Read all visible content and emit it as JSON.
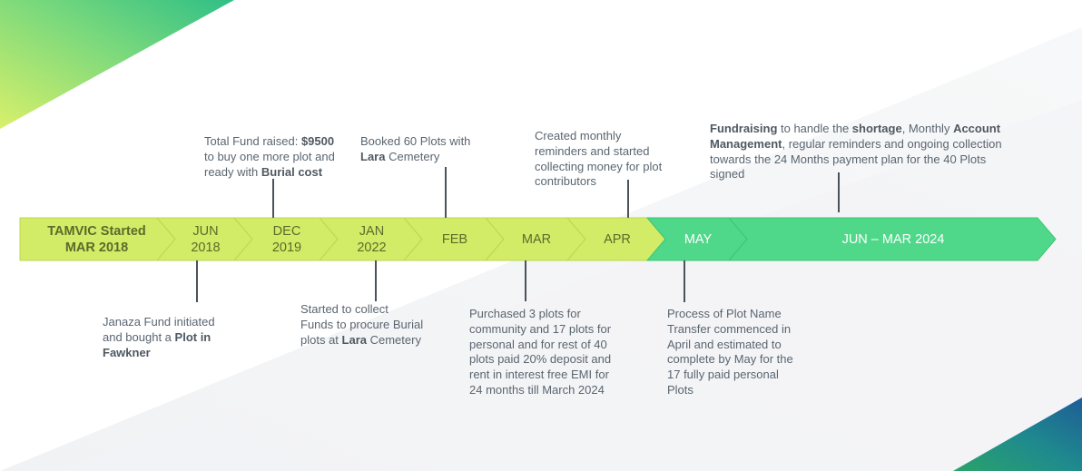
{
  "colors": {
    "chevron_light": "#d2ec67",
    "chevron_light_edge": "#bcd64f",
    "chevron_green": "#4fd889",
    "chevron_green_edge": "#3cc573",
    "text_dark": "#5a6570",
    "connector": "#4a525a"
  },
  "chevrons": [
    {
      "lines": [
        "TAMVIC Started",
        "MAR 2018"
      ],
      "bold": true,
      "tone": "light"
    },
    {
      "lines": [
        "JUN",
        "2018"
      ],
      "tone": "light"
    },
    {
      "lines": [
        "DEC",
        "2019"
      ],
      "tone": "light"
    },
    {
      "lines": [
        "JAN",
        "2022"
      ],
      "tone": "light"
    },
    {
      "lines": [
        "FEB"
      ],
      "tone": "light"
    },
    {
      "lines": [
        "MAR"
      ],
      "tone": "light"
    },
    {
      "lines": [
        "APR"
      ],
      "tone": "light"
    },
    {
      "lines": [
        "MAY"
      ],
      "tone": "green"
    },
    {
      "lines": [
        "JUN – MAR 2024"
      ],
      "tone": "green"
    }
  ],
  "notes": {
    "dec2019": [
      [
        {
          "t": "Total Fund raised: "
        },
        {
          "t": "$9500",
          "b": true
        }
      ],
      [
        {
          "t": "to buy one more plot and"
        }
      ],
      [
        {
          "t": "ready with "
        },
        {
          "t": "Burial cost",
          "b": true
        }
      ]
    ],
    "feb": [
      [
        {
          "t": "Booked 60 Plots with"
        }
      ],
      [
        {
          "t": "Lara",
          "b": true
        },
        {
          "t": " Cemetery"
        }
      ]
    ],
    "apr": [
      [
        {
          "t": "Created monthly"
        }
      ],
      [
        {
          "t": "reminders and started"
        }
      ],
      [
        {
          "t": "collecting money for plot"
        }
      ],
      [
        {
          "t": "contributors"
        }
      ]
    ],
    "jun_mar2024": [
      [
        {
          "t": "Fundraising",
          "b": true
        },
        {
          "t": " to handle the "
        },
        {
          "t": "shortage",
          "b": true
        },
        {
          "t": ",  Monthly "
        },
        {
          "t": "Account",
          "b": true
        }
      ],
      [
        {
          "t": "Management",
          "b": true
        },
        {
          "t": ", regular reminders and ongoing collection"
        }
      ],
      [
        {
          "t": "towards the 24 Months payment plan for the 40 Plots"
        }
      ],
      [
        {
          "t": "signed"
        }
      ]
    ],
    "jun2018": [
      [
        {
          "t": "Janaza Fund initiated"
        }
      ],
      [
        {
          "t": "and bought a "
        },
        {
          "t": "Plot in",
          "b": true
        }
      ],
      [
        {
          "t": "Fawkner",
          "b": true
        }
      ]
    ],
    "jan2022": [
      [
        {
          "t": "Started to collect"
        }
      ],
      [
        {
          "t": "Funds to procure Burial"
        }
      ],
      [
        {
          "t": "plots at "
        },
        {
          "t": "Lara",
          "b": true
        },
        {
          "t": " Cemetery"
        }
      ]
    ],
    "mar": [
      [
        {
          "t": "Purchased 3 plots for"
        }
      ],
      [
        {
          "t": "community and 17 plots for"
        }
      ],
      [
        {
          "t": "personal and for rest of 40"
        }
      ],
      [
        {
          "t": "plots paid 20% deposit and"
        }
      ],
      [
        {
          "t": "rent in interest free EMI for"
        }
      ],
      [
        {
          "t": "24 months till March 2024"
        }
      ]
    ],
    "may": [
      [
        {
          "t": "Process of Plot Name"
        }
      ],
      [
        {
          "t": "Transfer commenced in"
        }
      ],
      [
        {
          "t": "April and estimated to"
        }
      ],
      [
        {
          "t": "complete by May for the"
        }
      ],
      [
        {
          "t": "17 fully paid personal"
        }
      ],
      [
        {
          "t": "Plots"
        }
      ]
    ]
  }
}
